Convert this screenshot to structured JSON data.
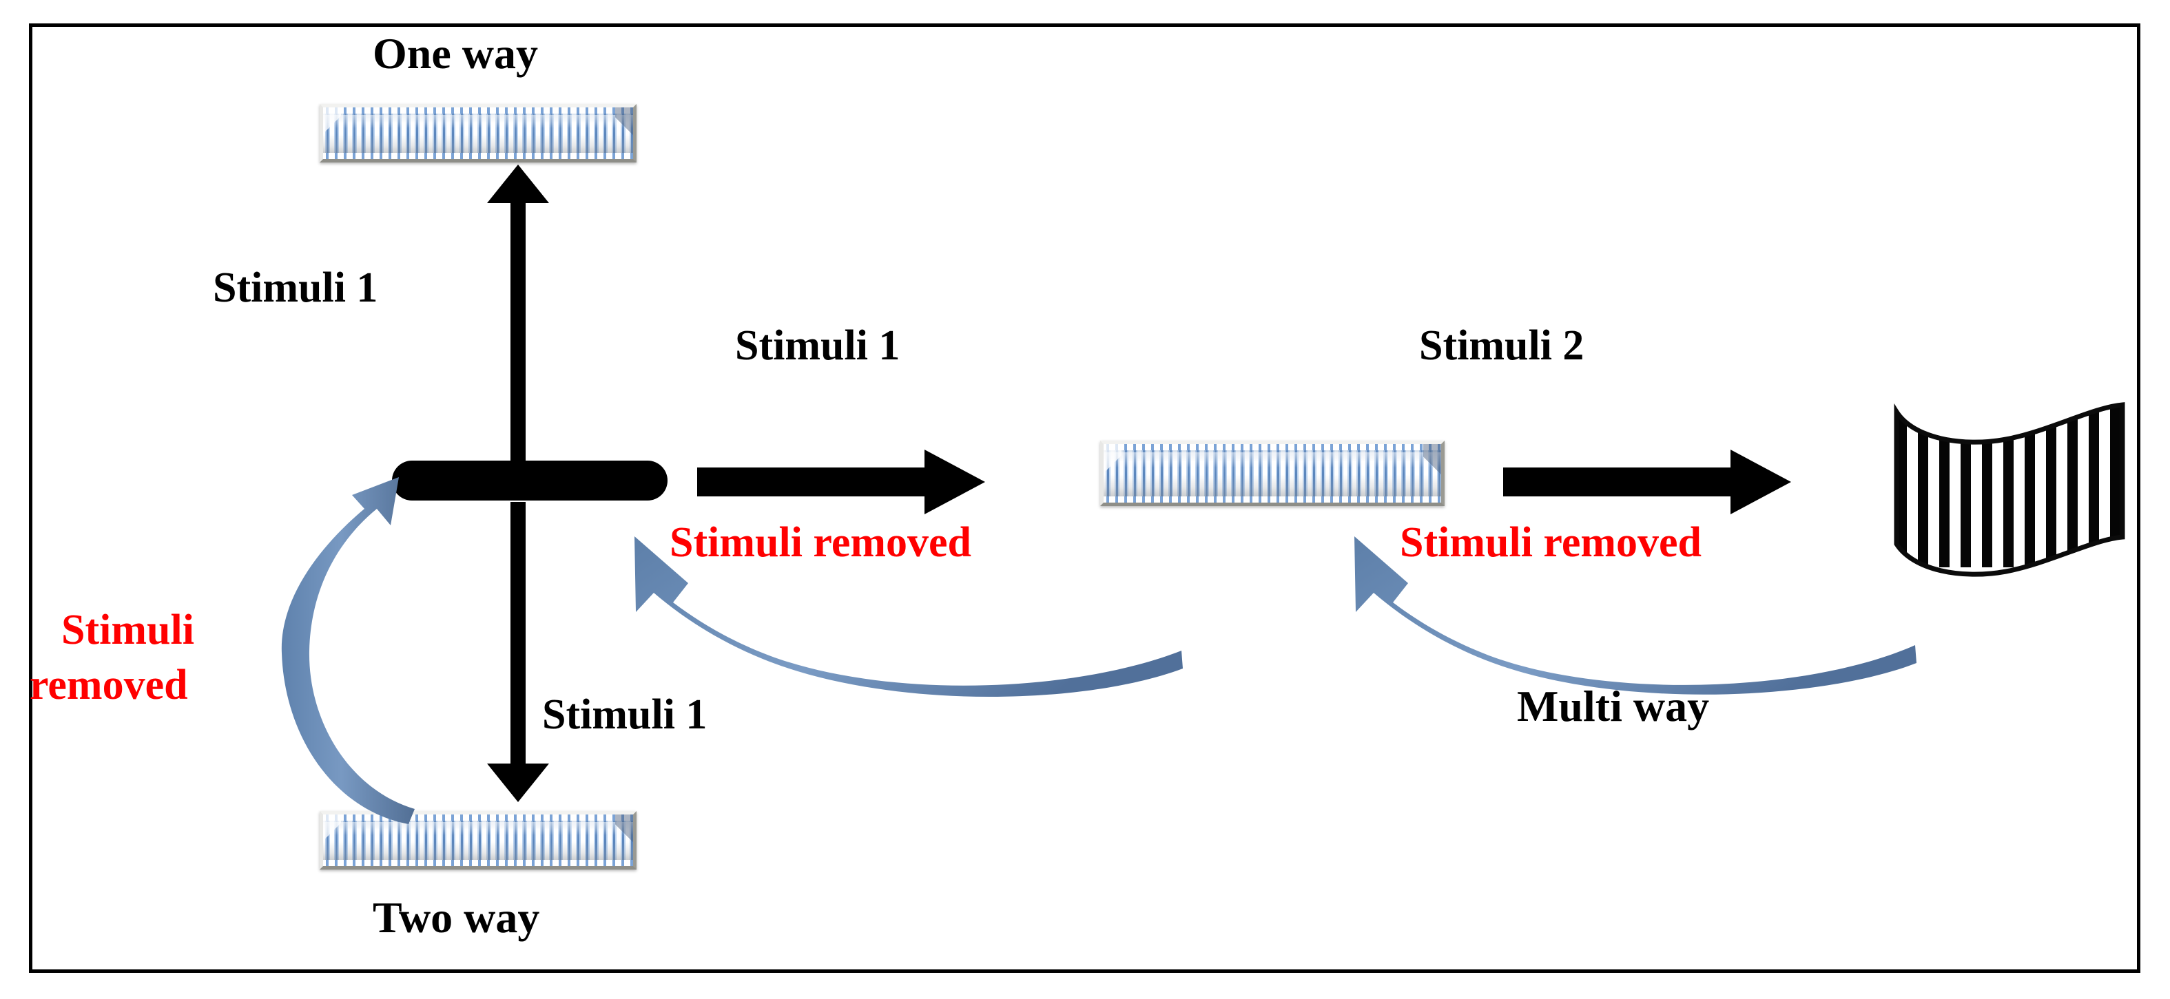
{
  "figure": {
    "type": "state-transition-diagram",
    "background_color": "#ffffff",
    "frame_color": "#000000",
    "accent_blue": "#6f92bb",
    "stimuli_removed_color": "#ff0000",
    "arrow_color": "#000000",
    "stripe_blue": "#5b86bd"
  },
  "labels": {
    "one_way": "One way",
    "two_way": "Two way",
    "multi_way": "Multi way",
    "stimuli_1_up": "Stimuli 1",
    "stimuli_1_down": "Stimuli 1",
    "stimuli_1_right": "Stimuli 1",
    "stimuli_2_right": "Stimuli 2",
    "stimuli_removed_left_line1": "Stimuli",
    "stimuli_removed_left_line2": "removed",
    "stimuli_removed_mid": "Stimuli removed",
    "stimuli_removed_right": "Stimuli removed"
  },
  "nodes": [
    {
      "id": "node-one-way",
      "shape": "striped-bar",
      "label": "One way",
      "state": "one way"
    },
    {
      "id": "node-origin",
      "shape": "black-capsule",
      "label": "",
      "state": "initial"
    },
    {
      "id": "node-two-way",
      "shape": "striped-bar",
      "label": "Two way",
      "state": "two way"
    },
    {
      "id": "node-middle",
      "shape": "striped-bar",
      "label": "",
      "state": "one way"
    },
    {
      "id": "node-multi-way",
      "shape": "wavy-striped-flag",
      "label": "Multi way",
      "state": "multi way"
    }
  ],
  "transitions": [
    {
      "id": "t-up",
      "from": "node-origin",
      "to": "node-one-way",
      "label": "Stimuli 1",
      "style": "solid-black",
      "direction": "up"
    },
    {
      "id": "t-down",
      "from": "node-origin",
      "to": "node-two-way",
      "label": "Stimuli 1",
      "style": "solid-black",
      "direction": "down"
    },
    {
      "id": "t-right1",
      "from": "node-origin",
      "to": "node-middle",
      "label": "Stimuli 1",
      "style": "solid-black",
      "direction": "right"
    },
    {
      "id": "t-right2",
      "from": "node-middle",
      "to": "node-multi-way",
      "label": "Stimuli 2",
      "style": "solid-black",
      "direction": "right"
    },
    {
      "id": "r-left",
      "from": "node-two-way",
      "to": "node-origin",
      "label": "Stimuli removed",
      "style": "curved-blue",
      "direction": "up-curve"
    },
    {
      "id": "r-mid",
      "from": "node-middle",
      "to": "node-origin",
      "label": "Stimuli removed",
      "style": "curved-blue",
      "direction": "left-curve"
    },
    {
      "id": "r-right",
      "from": "node-multi-way",
      "to": "node-middle",
      "label": "Stimuli removed",
      "style": "curved-blue",
      "direction": "left-curve"
    }
  ]
}
